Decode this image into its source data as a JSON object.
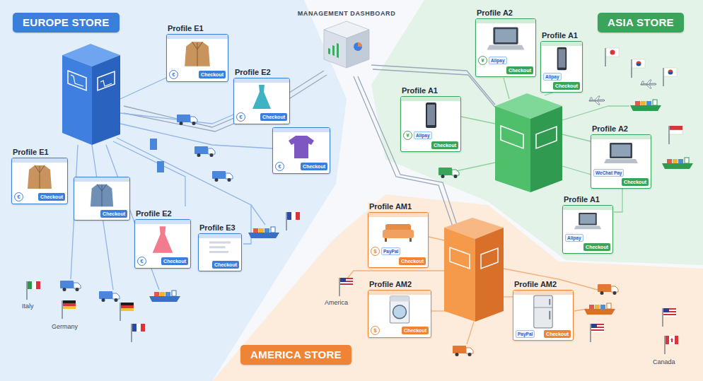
{
  "diagram": {
    "nodes": [
      {
        "text": [
          "EUROPE STORE"
        ]
      },
      {
        "text": [
          "MANAGEMENT DASHBOARD"
        ]
      },
      {
        "text": [
          "ASIA STORE"
        ]
      },
      {
        "text": [
          "Profile E1",
          "€",
          "Checkout"
        ]
      },
      {
        "text": [
          "Profile E2",
          "€",
          "Checkout"
        ]
      },
      {
        "text": [
          "€",
          "Checkout"
        ]
      },
      {
        "text": [
          "Profile E1",
          "€",
          "Checkout"
        ]
      },
      {
        "text": [
          "Checkout"
        ]
      },
      {
        "text": [
          "Profile E2",
          "€",
          "Checkout"
        ]
      },
      {
        "text": [
          "Profile E3",
          "Checkout"
        ]
      },
      {
        "text": [
          "Profile A2",
          "¥",
          "Alipay",
          "Checkout"
        ]
      },
      {
        "text": [
          "Profile A1",
          "Alipay",
          "Checkout"
        ]
      },
      {
        "text": [
          "Profile A1",
          "¥",
          "Alipay",
          "Checkout"
        ]
      },
      {
        "text": [
          "Profile A2",
          "WeChat Pay",
          "Checkout"
        ]
      },
      {
        "text": [
          "Profile A1",
          "Alipay",
          "Checkout"
        ]
      },
      {
        "text": [
          "AMERICA STORE"
        ]
      },
      {
        "text": [
          "Profile AM1",
          "$",
          "PayPal",
          "Checkout"
        ]
      },
      {
        "text": [
          "Profile AM2",
          "$",
          "Checkout"
        ]
      },
      {
        "text": [
          "Profile AM2",
          "PayPal",
          "Checkout"
        ]
      }
    ],
    "labels": [
      "Italy",
      "Germany",
      "America",
      "Canada"
    ]
  }
}
